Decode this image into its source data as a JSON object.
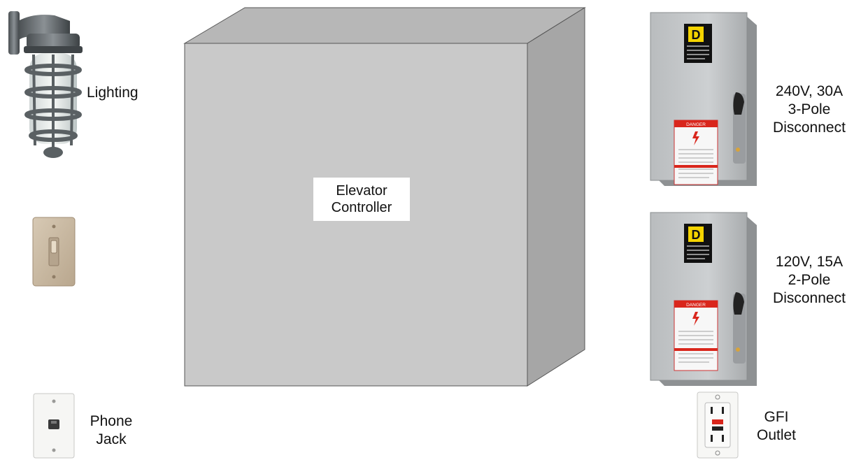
{
  "controller": {
    "line1": "Elevator",
    "line2": "Controller"
  },
  "lighting": {
    "label": "Lighting"
  },
  "phone_jack": {
    "line1": "Phone",
    "line2": "Jack"
  },
  "disconnect_3pole": {
    "line1": "240V, 30A",
    "line2": "3-Pole",
    "line3": "Disconnect"
  },
  "disconnect_2pole": {
    "line1": "120V, 15A",
    "line2": "2-Pole",
    "line3": "Disconnect"
  },
  "gfi_outlet": {
    "line1": "GFI",
    "line2": "Outlet"
  },
  "disconnect_brand_letter": "D",
  "disconnect_warning_word": "DANGER",
  "colors": {
    "box_front": "#c9c9c9",
    "box_top": "#b7b7b7",
    "box_side": "#a6a6a6",
    "gfi_button": "#d9261c"
  }
}
